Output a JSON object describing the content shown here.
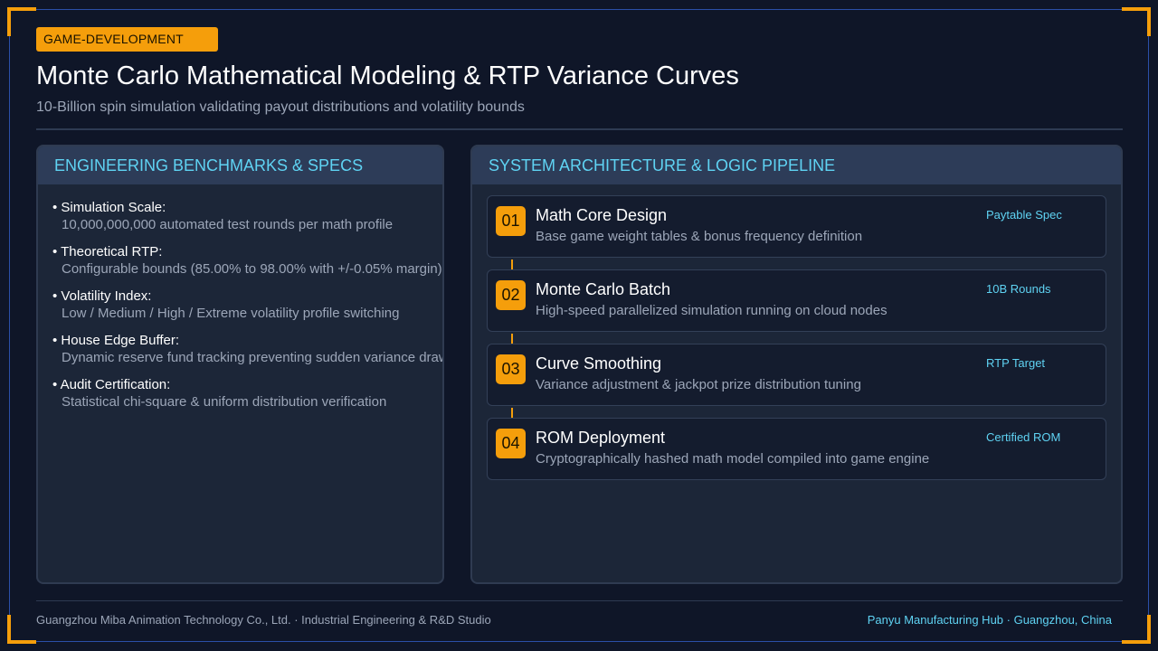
{
  "header": {
    "tag": "GAME-DEVELOPMENT",
    "title": "Monte Carlo Mathematical Modeling & RTP Variance Curves",
    "subtitle": "10-Billion spin simulation validating payout distributions and volatility bounds"
  },
  "benchmarks": {
    "heading": "ENGINEERING BENCHMARKS & SPECS",
    "items": [
      {
        "label": "• Simulation Scale:",
        "value": "10,000,000,000 automated test rounds per math profile"
      },
      {
        "label": "• Theoretical RTP:",
        "value": "Configurable bounds (85.00% to 98.00% with +/-0.05% margin)"
      },
      {
        "label": "• Volatility Index:",
        "value": "Low / Medium / High / Extreme volatility profile switching"
      },
      {
        "label": "• House Edge Buffer:",
        "value": "Dynamic reserve fund tracking preventing sudden variance drawdowns"
      },
      {
        "label": "• Audit Certification:",
        "value": "Statistical chi-square & uniform distribution verification"
      }
    ]
  },
  "pipeline": {
    "heading": "SYSTEM ARCHITECTURE & LOGIC PIPELINE",
    "steps": [
      {
        "num": "01",
        "title": "Math Core Design",
        "desc": "Base game weight tables & bonus frequency definition",
        "badge": "Paytable Spec"
      },
      {
        "num": "02",
        "title": "Monte Carlo Batch",
        "desc": "High-speed parallelized simulation running on cloud nodes",
        "badge": "10B Rounds"
      },
      {
        "num": "03",
        "title": "Curve Smoothing",
        "desc": "Variance adjustment & jackpot prize distribution tuning",
        "badge": "RTP Target"
      },
      {
        "num": "04",
        "title": "ROM Deployment",
        "desc": "Cryptographically hashed math model compiled into game engine",
        "badge": "Certified ROM"
      }
    ]
  },
  "footer": {
    "left": "Guangzhou Miba Animation Technology Co., Ltd. · Industrial Engineering & R&D Studio",
    "right": "Panyu Manufacturing Hub · Guangzhou, China"
  },
  "colors": {
    "accent": "#f59e0b",
    "heading": "#5fd3f3",
    "background": "#0f1628"
  }
}
